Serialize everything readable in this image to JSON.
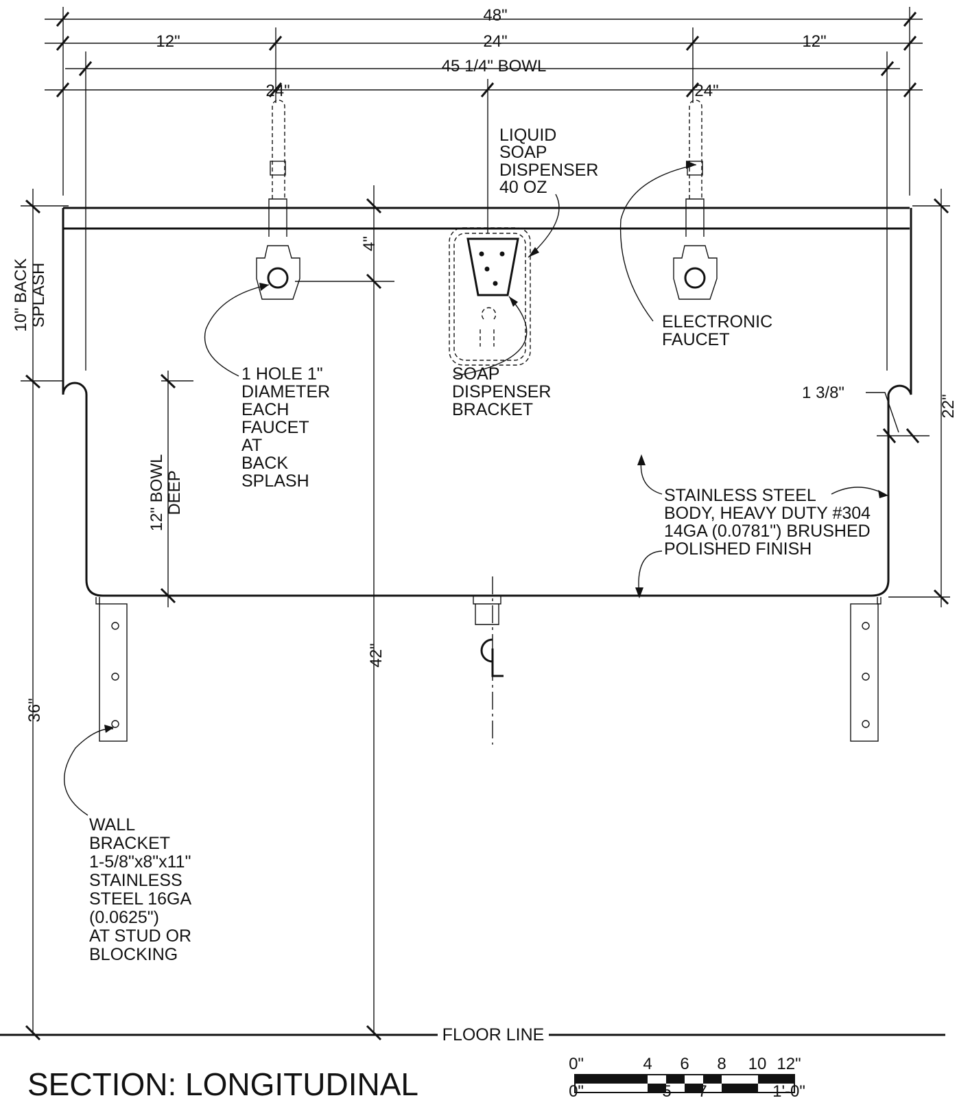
{
  "dimensions": {
    "overall_width": "48\"",
    "left_offset": "12\"",
    "center_span": "24\"",
    "right_offset": "12\"",
    "bowl_width": "45 1/4\" BOWL",
    "faucet_left_spacing": "24\"",
    "faucet_right_spacing": "24\"",
    "back_splash": [
      "10\" BACK",
      "SPLASH"
    ],
    "bowl_deep": [
      "12\" BOWL",
      "DEEP"
    ],
    "faucet_offset": "4\"",
    "rim_height": "36\"",
    "faucet_height": "42\"",
    "overall_height": "22\"",
    "rim_radius": "1 3/8\""
  },
  "labels": {
    "liquid_soap": [
      "LIQUID",
      "SOAP",
      "DISPENSER",
      "40 OZ"
    ],
    "soap_bracket": [
      "SOAP",
      "DISPENSER",
      "BRACKET"
    ],
    "electronic_faucet": [
      "ELECTRONIC",
      "FAUCET"
    ],
    "faucet_hole": [
      "1 HOLE 1\"",
      "DIAMETER",
      "EACH",
      "FAUCET",
      "AT",
      "BACK",
      "SPLASH"
    ],
    "body_material": [
      "STAINLESS STEEL",
      "BODY, HEAVY DUTY #304",
      "14GA (0.0781\") BRUSHED",
      "POLISHED FINISH"
    ],
    "wall_bracket": [
      "WALL",
      "BRACKET",
      "1-5/8\"x8\"x11\"",
      "STAINLESS",
      "STEEL 16GA",
      "(0.0625\")",
      "AT STUD OR",
      "BLOCKING"
    ],
    "floor_line": "FLOOR LINE",
    "centerline": "CL"
  },
  "scale_bar": {
    "top_ticks": [
      "0\"",
      "4",
      "6",
      "8",
      "10",
      "12\""
    ],
    "bottom_ticks": [
      "0\"",
      "5",
      "7",
      "1'-0\""
    ]
  },
  "title": "SECTION: LONGITUDINAL"
}
